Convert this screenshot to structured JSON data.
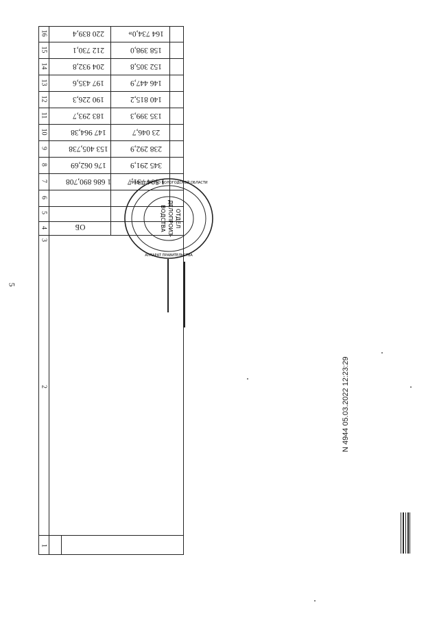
{
  "page_number": "5",
  "table": {
    "column_numbers": [
      "16",
      "15",
      "14",
      "13",
      "12",
      "11",
      "10",
      "9",
      "8",
      "7",
      "6",
      "5",
      "4",
      "3",
      "2",
      "1"
    ],
    "row_a": [
      "220 839,4",
      "212 730,1",
      "204 932,8",
      "197 435,6",
      "190 226,3",
      "183 293,7",
      "147 964,38",
      "153 405,738",
      "176 062,69",
      "1 686 890,708"
    ],
    "row_b": [
      "164 734,0»",
      "158 398,0",
      "152 305,8",
      "146 447,9",
      "140 815,2",
      "135 399,3",
      "23 046,7",
      "238 292,9",
      "345 291,9",
      "1 504 731,7"
    ],
    "code_ob": "ОБ"
  },
  "stamp": {
    "inner_lines": [
      "ОТДЕЛ",
      "ДЕЛОПРОИЗ-",
      "ВОДСТВА"
    ],
    "outer_text": "ПРАВИТЕЛЬСТВО ВОЛОГОДСКОЙ ОБЛАСТИ",
    "bottom_text": "АППАРАТ ПРАВИТЕЛЬСТВА"
  },
  "registration": "N 4944 05.03.2022 12:23:29"
}
